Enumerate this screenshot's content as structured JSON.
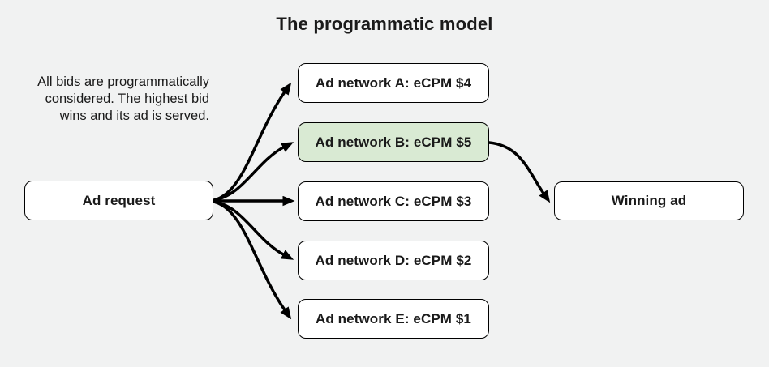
{
  "title": "The programmatic model",
  "description": {
    "lines": [
      "All bids are programmatically",
      "considered. The highest bid",
      "wins and its ad is served."
    ]
  },
  "nodes": {
    "ad_request": {
      "label": "Ad request"
    },
    "networks": [
      {
        "id": "A",
        "label": "Ad network A: eCPM $4",
        "ecpm": 4,
        "highlighted": false
      },
      {
        "id": "B",
        "label": "Ad network B: eCPM $5",
        "ecpm": 5,
        "highlighted": true
      },
      {
        "id": "C",
        "label": "Ad network C: eCPM $3",
        "ecpm": 3,
        "highlighted": false
      },
      {
        "id": "D",
        "label": "Ad network D: eCPM $2",
        "ecpm": 2,
        "highlighted": false
      },
      {
        "id": "E",
        "label": "Ad network E: eCPM $1",
        "ecpm": 1,
        "highlighted": false
      }
    ],
    "winning": {
      "label": "Winning ad"
    }
  },
  "connections": [
    {
      "from": "ad_request",
      "to": "network_A"
    },
    {
      "from": "ad_request",
      "to": "network_B"
    },
    {
      "from": "ad_request",
      "to": "network_C"
    },
    {
      "from": "ad_request",
      "to": "network_D"
    },
    {
      "from": "ad_request",
      "to": "network_E"
    },
    {
      "from": "network_B",
      "to": "winning"
    }
  ],
  "colors": {
    "background": "#f1f2f2",
    "box_bg": "#ffffff",
    "highlight_bg": "#d9ead3",
    "border": "#000000",
    "arrow": "#000000",
    "text": "#1a1a1a"
  }
}
